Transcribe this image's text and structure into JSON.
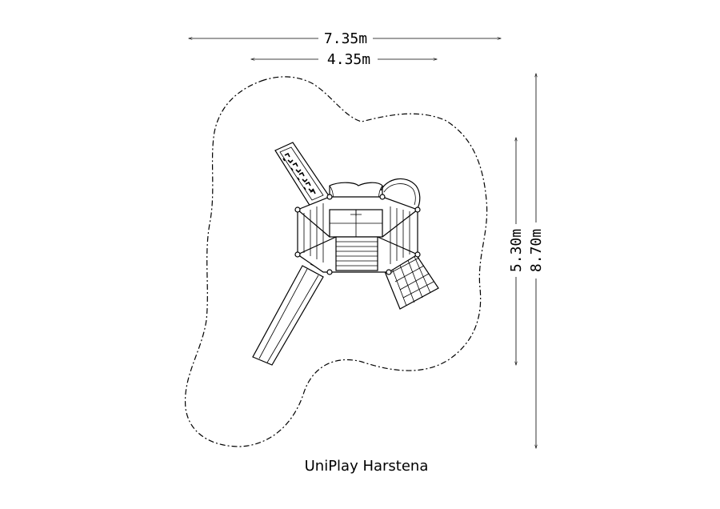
{
  "dimensions": {
    "overall_width": "7.35m",
    "structure_width": "4.35m",
    "structure_depth": "5.30m",
    "overall_depth": "8.70m"
  },
  "caption": "UniPlay Harstena"
}
